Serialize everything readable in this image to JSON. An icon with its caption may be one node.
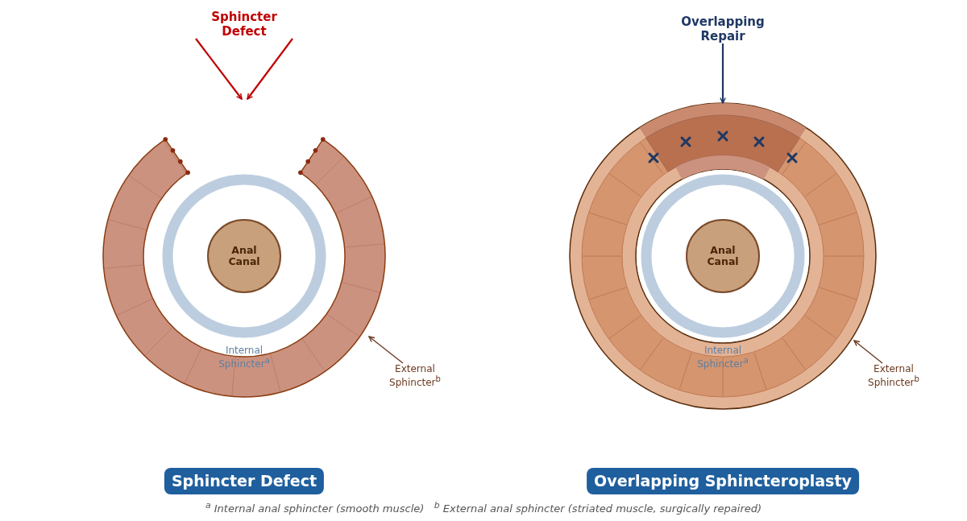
{
  "diagram": {
    "caption": "$^{a}$ Internal anal sphincter (smooth muscle)   $^{b}$ External anal sphincter (striated muscle, surgically repaired)",
    "nodes": [
      {
        "text": [
          "Sphincter Defect"
        ]
      },
      {
        "text": [],
        "shape": "ring"
      },
      {
        "text": [
          "Anal Canal"
        ],
        "in": 1
      },
      {
        "text": [
          "External Sphincter$^{b}$"
        ]
      },
      {
        "text": [
          "Sphincter Defect"
        ]
      },
      {
        "text": [
          "Overlapping Repair"
        ]
      },
      {
        "text": [],
        "shape": "ring"
      },
      {
        "text": [
          "Anal Canal"
        ],
        "in": 6
      },
      {
        "text": [
          "External Sphincter$^{b}$"
        ]
      },
      {
        "text": [
          "Overlapping Sphincteroplasty"
        ]
      }
    ],
    "edges": [
      {
        "from": 0,
        "to": null,
        "arrow": "to",
        "color": "#c00000"
      },
      {
        "from": 0,
        "to": null,
        "arrow": "to",
        "color": "#c00000"
      },
      {
        "from": 3,
        "to": 1,
        "arrow": "to"
      },
      {
        "from": 5,
        "to": 6,
        "arrow": "to",
        "color": "#1f3864"
      },
      {
        "from": 8,
        "to": 6,
        "arrow": "to"
      }
    ],
    "labels": [
      "Internal Sphincter$^{a}$",
      "Internal Sphincter$^{a}$"
    ]
  }
}
